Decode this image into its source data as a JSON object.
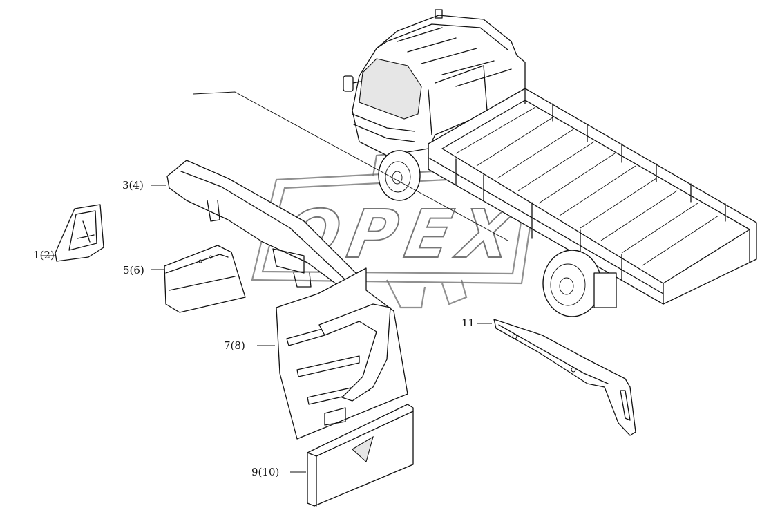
{
  "watermark": {
    "text": "OPEX"
  },
  "callouts": [
    {
      "id": "part-1",
      "label": "1(2)"
    },
    {
      "id": "part-3",
      "label": "3(4)"
    },
    {
      "id": "part-5",
      "label": "5(6)"
    },
    {
      "id": "part-7",
      "label": "7(8)"
    },
    {
      "id": "part-9",
      "label": "9(10)"
    },
    {
      "id": "part-11",
      "label": "11"
    }
  ]
}
